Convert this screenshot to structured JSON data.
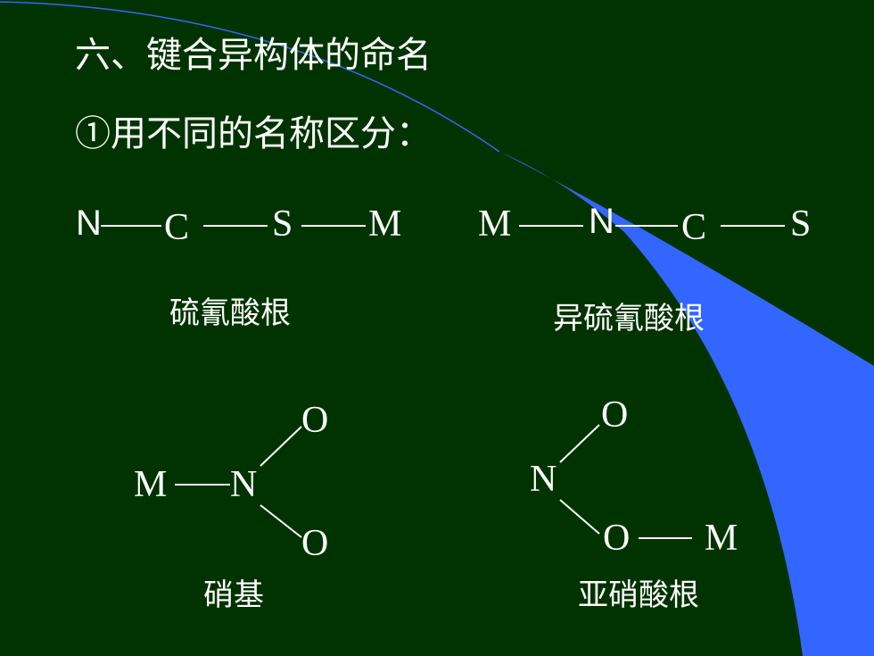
{
  "slide": {
    "heading": "六、键合异构体的命名",
    "subheading": "①用不同的名称区分：",
    "colors": {
      "background": "#003300",
      "accent": "#3366ff",
      "text": "#ffffff"
    }
  },
  "thiocyanato": {
    "atoms": [
      "N",
      "C",
      "S",
      "M"
    ],
    "name": "硫氰酸根"
  },
  "isothiocyanato": {
    "atoms": [
      "M",
      "N",
      "C",
      "S"
    ],
    "name": "异硫氰酸根"
  },
  "nitro": {
    "atoms": {
      "m": "M",
      "n": "N",
      "o_top": "O",
      "o_bottom": "O"
    },
    "name": "硝基"
  },
  "nitrito": {
    "atoms": {
      "o_top": "O",
      "n": "N",
      "o_mid": "O",
      "m": "M"
    },
    "name": "亚硝酸根"
  }
}
